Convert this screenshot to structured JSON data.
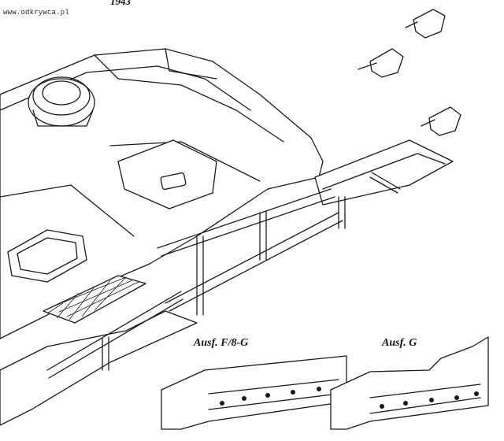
{
  "watermark": "www.odkrywca.pl",
  "year_fragment": "1943",
  "captions": {
    "left": "Ausf. F/8-G",
    "right": "Ausf. G"
  }
}
